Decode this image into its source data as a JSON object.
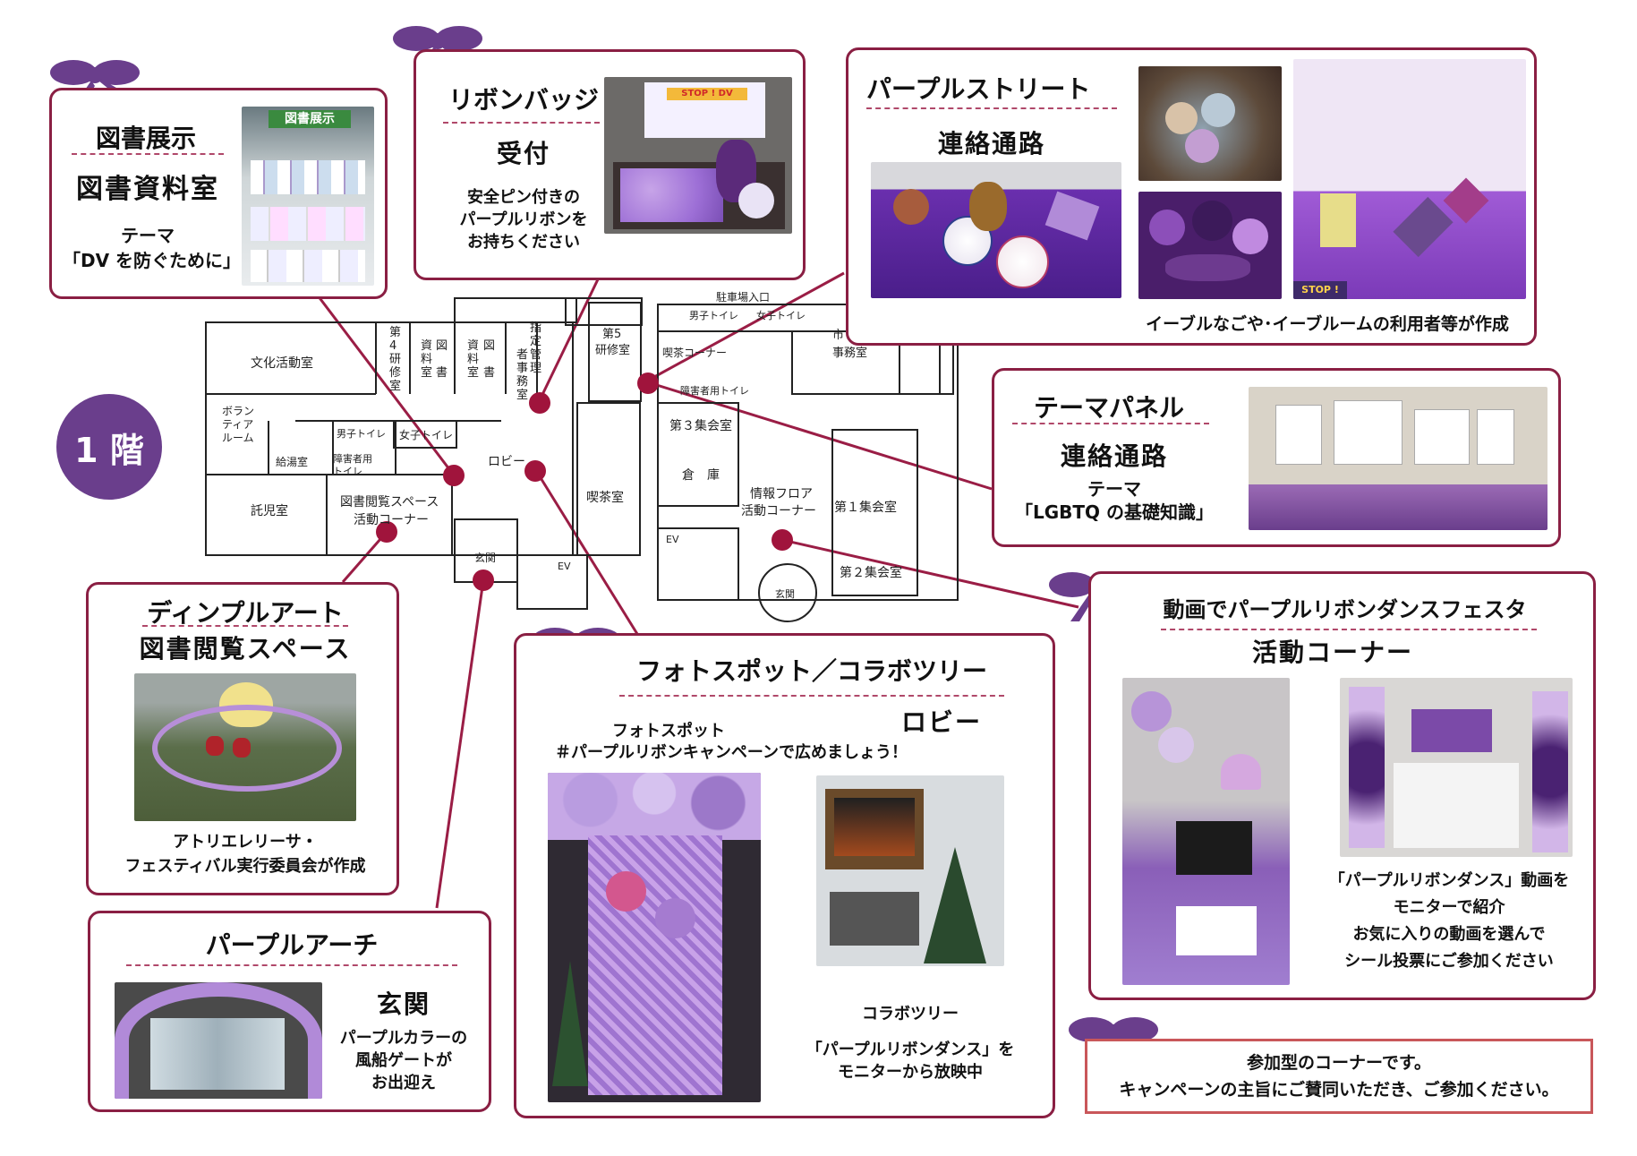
{
  "floor_label": "1 階",
  "colors": {
    "card_border": "#8a1f43",
    "purple": "#6a3e8c",
    "accent": "#a0143c"
  },
  "cards": {
    "book": {
      "title": "図書展示",
      "location": "図書資料室",
      "theme_label": "テーマ",
      "theme": "「DV を防ぐために」"
    },
    "badge": {
      "title": "リボンバッジ",
      "location": "受付",
      "desc": [
        "安全ピン付きの",
        "パープルリボンを",
        "お持ちください"
      ]
    },
    "street": {
      "title": "パープルストリート",
      "location": "連絡通路",
      "caption": "イーブルなごや･イーブルームの利用者等が作成"
    },
    "panel": {
      "title": "テーマパネル",
      "location": "連絡通路",
      "theme_label": "テーマ",
      "theme": "「LGBTQ の基礎知識」"
    },
    "dance": {
      "title": "動画でパープルリボンダンスフェスタ",
      "location": "活動コーナー",
      "desc": [
        "「パープルリボンダンス」動画を",
        "モニターで紹介",
        "お気に入りの動画を選んで",
        "シール投票にご参加ください"
      ]
    },
    "dimple": {
      "title": "ディンプルアート",
      "location": "図書閲覧スペース",
      "credit": [
        "アトリエレリーサ・",
        "フェスティバル実行委員会が作成"
      ]
    },
    "arch": {
      "title": "パープルアーチ",
      "location": "玄関",
      "desc": [
        "パープルカラーの",
        "風船ゲートが",
        "お出迎え"
      ]
    },
    "photo": {
      "title": "フォトスポット／コラボツリー",
      "location": "ロビー",
      "sub1": "フォトスポット",
      "sub2": "＃パープルリボンキャンペーンで広めましょう！",
      "tree_label": "コラボツリー",
      "tree_desc": [
        "「パープルリボンダンス」を",
        "モニターから放映中"
      ]
    }
  },
  "note": [
    "参加型のコーナーです。",
    "キャンペーンの主旨にご賛同いただき、ご参加ください。"
  ],
  "photo_texts": {
    "stop_dv": "STOP ! DV",
    "book_sign": "図書展示",
    "stop_dv_small": "STOP ! DV"
  },
  "map": {
    "rooms": {
      "bunka": "文化活動室",
      "volunteer": [
        "ボラン",
        "ティア",
        "ルーム"
      ],
      "kyuto": "給湯室",
      "takuji": "託児室",
      "boys1": "男子トイレ",
      "girls1": "女子トイレ",
      "accessible1": [
        "障害者用",
        "トイレ"
      ],
      "etsuran": [
        "図書閲覧スペース",
        "活動コーナー"
      ],
      "lobby": "ロビー",
      "genkan": "玄関",
      "ev": "EV",
      "kensyu4": [
        "第",
        "4",
        "研",
        "修",
        "室"
      ],
      "shiryo1": [
        "資",
        "料",
        "室"
      ],
      "shiryo1b": [
        "図",
        "書"
      ],
      "shiryo2": [
        "資",
        "料",
        "室"
      ],
      "shiryo2b": [
        "図",
        "書"
      ],
      "shitei": [
        "指",
        "定",
        "管",
        "理",
        "者",
        "事",
        "務",
        "室"
      ],
      "kensyu5": [
        "第5",
        "研修室"
      ],
      "kissa": "喫茶室",
      "parking": "駐車場入口",
      "boys2": "男子トイレ",
      "girls2": "女子トイレ",
      "kissa_corner": "喫茶コーナー",
      "accessible2": "障害者用トイレ",
      "shi": [
        "市",
        "事務室"
      ],
      "dai3": "第３集会室",
      "soko": "倉　庫",
      "joho": [
        "情報フロア",
        "活動コーナー"
      ],
      "dai1": "第１集会室",
      "dai2": "第２集会室",
      "ev2": "EV",
      "genkan2": "玄関"
    }
  }
}
